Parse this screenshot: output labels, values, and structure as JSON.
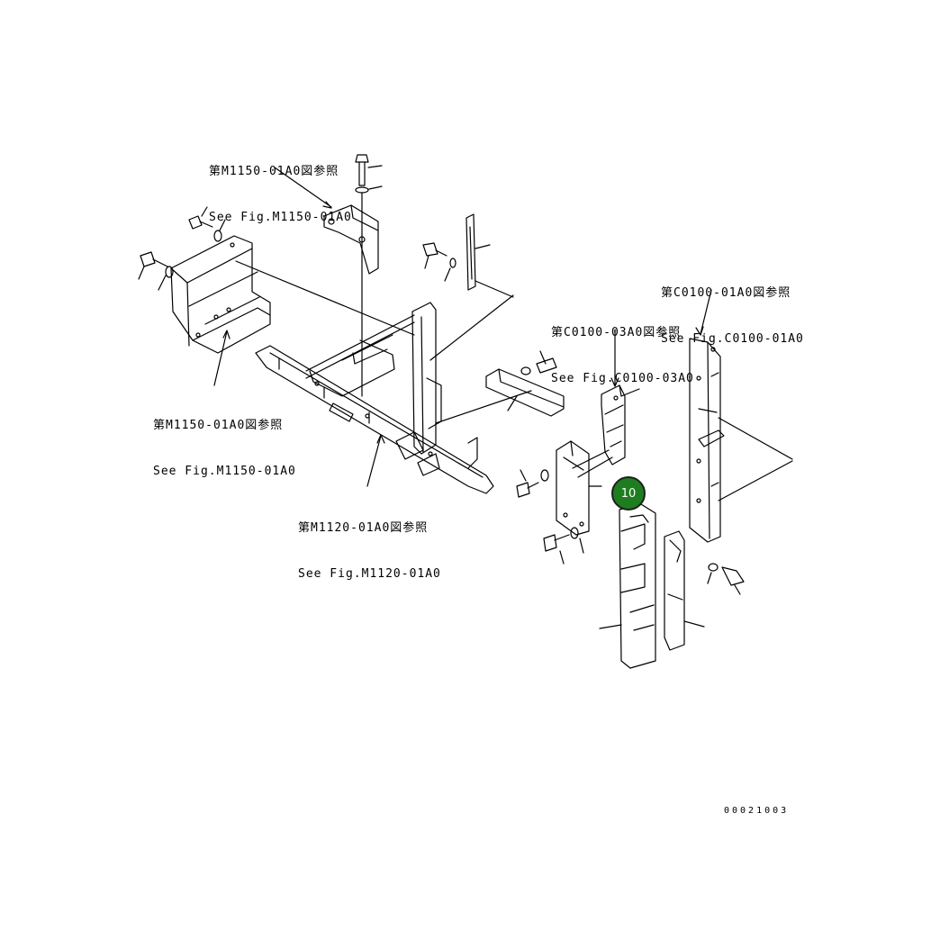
{
  "references": [
    {
      "jp": "第M1150-01A0図参照",
      "en": "See Fig.M1150-01A0"
    },
    {
      "jp": "第C0100-01A0図参照",
      "en": "See Fig.C0100-01A0"
    },
    {
      "jp": "第C0100-03A0図参照",
      "en": "See Fig.C0100-03A0"
    },
    {
      "jp": "第M1150-01A0図参照",
      "en": "See Fig.M1150-01A0"
    },
    {
      "jp": "第M1120-01A0図参照",
      "en": "See Fig.M1120-01A0"
    }
  ],
  "callout": {
    "label": "10",
    "color": "#1e7d1e"
  },
  "drawing_number": "00021003",
  "line_color": "#000000"
}
